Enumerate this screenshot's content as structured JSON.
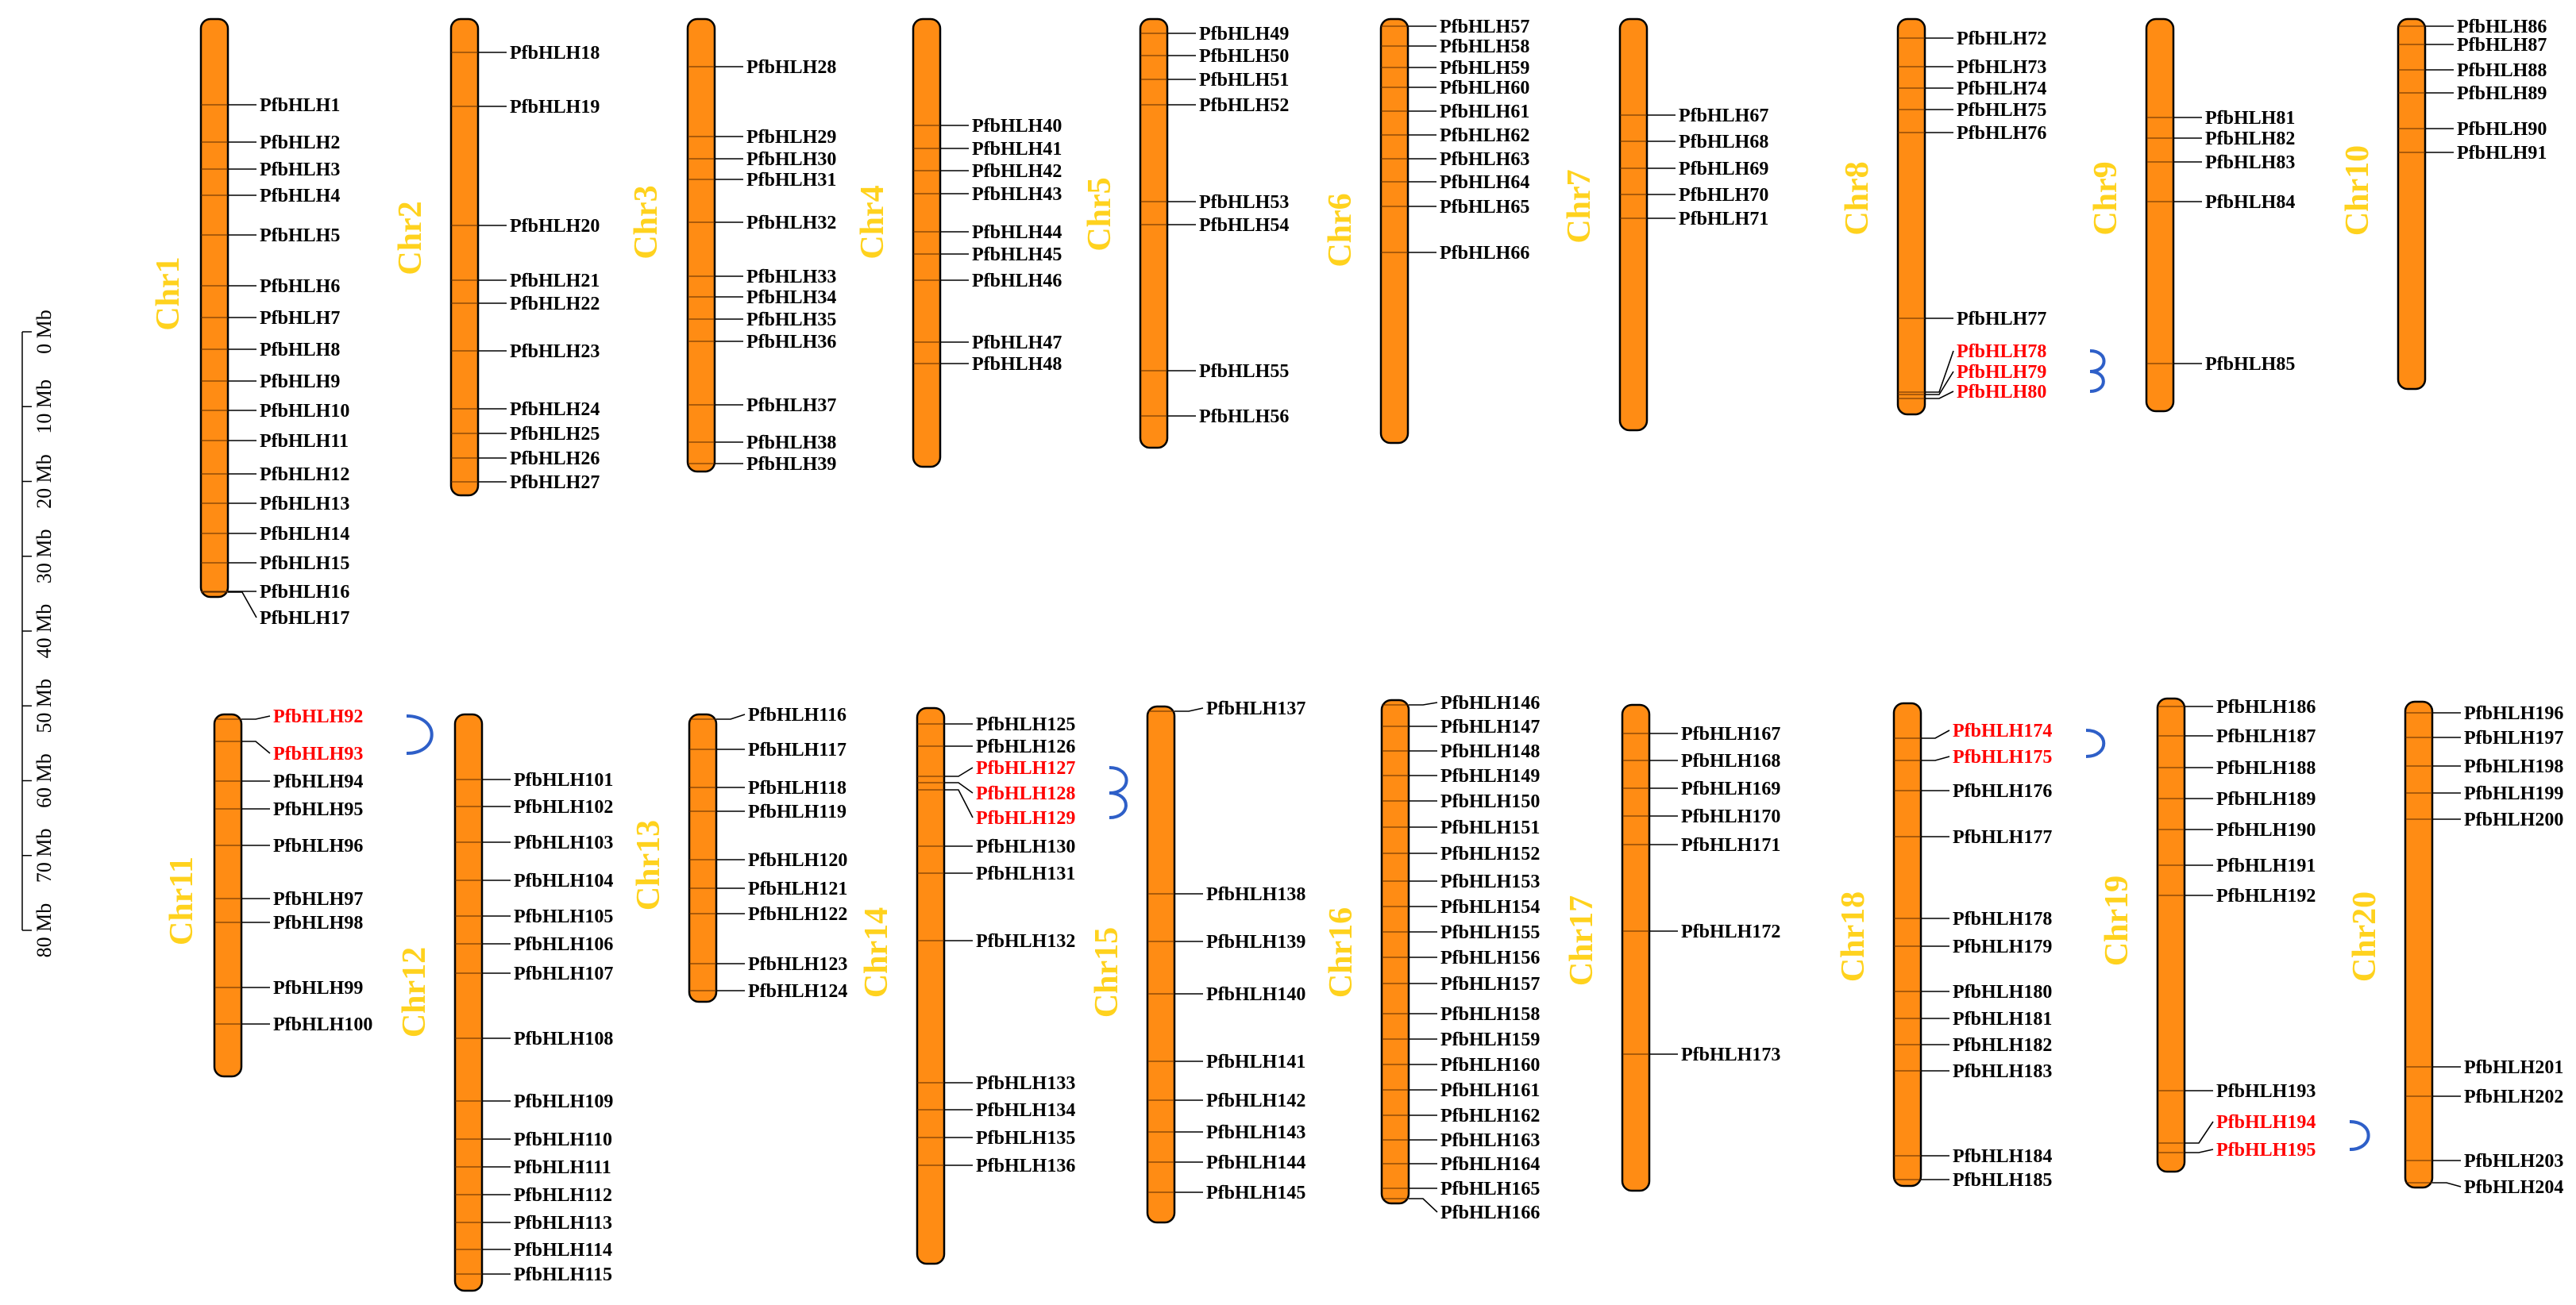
{
  "colors": {
    "chromosome_fill": "#FF8C14",
    "chromosome_stroke": "#000000",
    "chromosome_label": "#FFD21E",
    "gene_label": "#000000",
    "tandem_label": "#FF0000",
    "tandem_link": "#2E5FC8"
  },
  "scale_bar": {
    "ticks": [
      "0 Mb",
      "10 Mb",
      "20 Mb",
      "30 Mb",
      "40 Mb",
      "50 Mb",
      "60 Mb",
      "70 Mb",
      "80 Mb"
    ]
  },
  "tandem_pairs": [
    [
      "PfbHLH78",
      "PfbHLH79"
    ],
    [
      "PfbHLH79",
      "PfbHLH80"
    ],
    [
      "PfbHLH92",
      "PfbHLH93"
    ],
    [
      "PfbHLH127",
      "PfbHLH128"
    ],
    [
      "PfbHLH128",
      "PfbHLH129"
    ],
    [
      "PfbHLH174",
      "PfbHLH175"
    ],
    [
      "PfbHLH194",
      "PfbHLH195"
    ]
  ],
  "chromosomes": [
    {
      "name": "Chr1",
      "genes": [
        "PfbHLH1",
        "PfbHLH2",
        "PfbHLH3",
        "PfbHLH4",
        "PfbHLH5",
        "PfbHLH6",
        "PfbHLH7",
        "PfbHLH8",
        "PfbHLH9",
        "PfbHLH10",
        "PfbHLH11",
        "PfbHLH12",
        "PfbHLH13",
        "PfbHLH14",
        "PfbHLH15",
        "PfbHLH16",
        "PfbHLH17"
      ]
    },
    {
      "name": "Chr2",
      "genes": [
        "PfbHLH18",
        "PfbHLH19",
        "PfbHLH20",
        "PfbHLH21",
        "PfbHLH22",
        "PfbHLH23",
        "PfbHLH24",
        "PfbHLH25",
        "PfbHLH26",
        "PfbHLH27"
      ]
    },
    {
      "name": "Chr3",
      "genes": [
        "PfbHLH28",
        "PfbHLH29",
        "PfbHLH30",
        "PfbHLH31",
        "PfbHLH32",
        "PfbHLH33",
        "PfbHLH34",
        "PfbHLH35",
        "PfbHLH36",
        "PfbHLH37",
        "PfbHLH38",
        "PfbHLH39"
      ]
    },
    {
      "name": "Chr4",
      "genes": [
        "PfbHLH40",
        "PfbHLH41",
        "PfbHLH42",
        "PfbHLH43",
        "PfbHLH44",
        "PfbHLH45",
        "PfbHLH46",
        "PfbHLH47",
        "PfbHLH48"
      ]
    },
    {
      "name": "Chr5",
      "genes": [
        "PfbHLH49",
        "PfbHLH50",
        "PfbHLH51",
        "PfbHLH52",
        "PfbHLH53",
        "PfbHLH54",
        "PfbHLH55",
        "PfbHLH56"
      ]
    },
    {
      "name": "Chr6",
      "genes": [
        "PfbHLH57",
        "PfbHLH58",
        "PfbHLH59",
        "PfbHLH60",
        "PfbHLH61",
        "PfbHLH62",
        "PfbHLH63",
        "PfbHLH64",
        "PfbHLH65",
        "PfbHLH66"
      ]
    },
    {
      "name": "Chr7",
      "genes": [
        "PfbHLH67",
        "PfbHLH68",
        "PfbHLH69",
        "PfbHLH70",
        "PfbHLH71"
      ]
    },
    {
      "name": "Chr8",
      "genes": [
        "PfbHLH72",
        "PfbHLH73",
        "PfbHLH74",
        "PfbHLH75",
        "PfbHLH76",
        "PfbHLH77",
        "PfbHLH78",
        "PfbHLH79",
        "PfbHLH80"
      ]
    },
    {
      "name": "Chr9",
      "genes": [
        "PfbHLH81",
        "PfbHLH82",
        "PfbHLH83",
        "PfbHLH84",
        "PfbHLH85"
      ]
    },
    {
      "name": "Chr10",
      "genes": [
        "PfbHLH86",
        "PfbHLH87",
        "PfbHLH88",
        "PfbHLH89",
        "PfbHLH90",
        "PfbHLH91"
      ]
    },
    {
      "name": "Chr11",
      "genes": [
        "PfbHLH92",
        "PfbHLH93",
        "PfbHLH94",
        "PfbHLH95",
        "PfbHLH96",
        "PfbHLH97",
        "PfbHLH98",
        "PfbHLH99",
        "PfbHLH100"
      ]
    },
    {
      "name": "Chr12",
      "genes": [
        "PfbHLH101",
        "PfbHLH102",
        "PfbHLH103",
        "PfbHLH104",
        "PfbHLH105",
        "PfbHLH106",
        "PfbHLH107",
        "PfbHLH108",
        "PfbHLH109",
        "PfbHLH110",
        "PfbHLH111",
        "PfbHLH112",
        "PfbHLH113",
        "PfbHLH114",
        "PfbHLH115"
      ]
    },
    {
      "name": "Chr13",
      "genes": [
        "PfbHLH116",
        "PfbHLH117",
        "PfbHLH118",
        "PfbHLH119",
        "PfbHLH120",
        "PfbHLH121",
        "PfbHLH122",
        "PfbHLH123",
        "PfbHLH124"
      ]
    },
    {
      "name": "Chr14",
      "genes": [
        "PfbHLH125",
        "PfbHLH126",
        "PfbHLH127",
        "PfbHLH128",
        "PfbHLH129",
        "PfbHLH130",
        "PfbHLH131",
        "PfbHLH132",
        "PfbHLH133",
        "PfbHLH134",
        "PfbHLH135",
        "PfbHLH136"
      ]
    },
    {
      "name": "Chr15",
      "genes": [
        "PfbHLH137",
        "PfbHLH138",
        "PfbHLH139",
        "PfbHLH140",
        "PfbHLH141",
        "PfbHLH142",
        "PfbHLH143",
        "PfbHLH144",
        "PfbHLH145"
      ]
    },
    {
      "name": "Chr16",
      "genes": [
        "PfbHLH146",
        "PfbHLH147",
        "PfbHLH148",
        "PfbHLH149",
        "PfbHLH150",
        "PfbHLH151",
        "PfbHLH152",
        "PfbHLH153",
        "PfbHLH154",
        "PfbHLH155",
        "PfbHLH156",
        "PfbHLH157",
        "PfbHLH158",
        "PfbHLH159",
        "PfbHLH160",
        "PfbHLH161",
        "PfbHLH162",
        "PfbHLH163",
        "PfbHLH164",
        "PfbHLH165",
        "PfbHLH166"
      ]
    },
    {
      "name": "Chr17",
      "genes": [
        "PfbHLH167",
        "PfbHLH168",
        "PfbHLH169",
        "PfbHLH170",
        "PfbHLH171",
        "PfbHLH172",
        "PfbHLH173"
      ]
    },
    {
      "name": "Chr18",
      "genes": [
        "PfbHLH174",
        "PfbHLH175",
        "PfbHLH176",
        "PfbHLH177",
        "PfbHLH178",
        "PfbHLH179",
        "PfbHLH180",
        "PfbHLH181",
        "PfbHLH182",
        "PfbHLH183",
        "PfbHLH184",
        "PfbHLH185"
      ]
    },
    {
      "name": "Chr19",
      "genes": [
        "PfbHLH186",
        "PfbHLH187",
        "PfbHLH188",
        "PfbHLH189",
        "PfbHLH190",
        "PfbHLH191",
        "PfbHLH192",
        "PfbHLH193",
        "PfbHLH194",
        "PfbHLH195"
      ]
    },
    {
      "name": "Chr20",
      "genes": [
        "PfbHLH196",
        "PfbHLH197",
        "PfbHLH198",
        "PfbHLH199",
        "PfbHLH200",
        "PfbHLH201",
        "PfbHLH202",
        "PfbHLH203",
        "PfbHLH204"
      ]
    }
  ]
}
